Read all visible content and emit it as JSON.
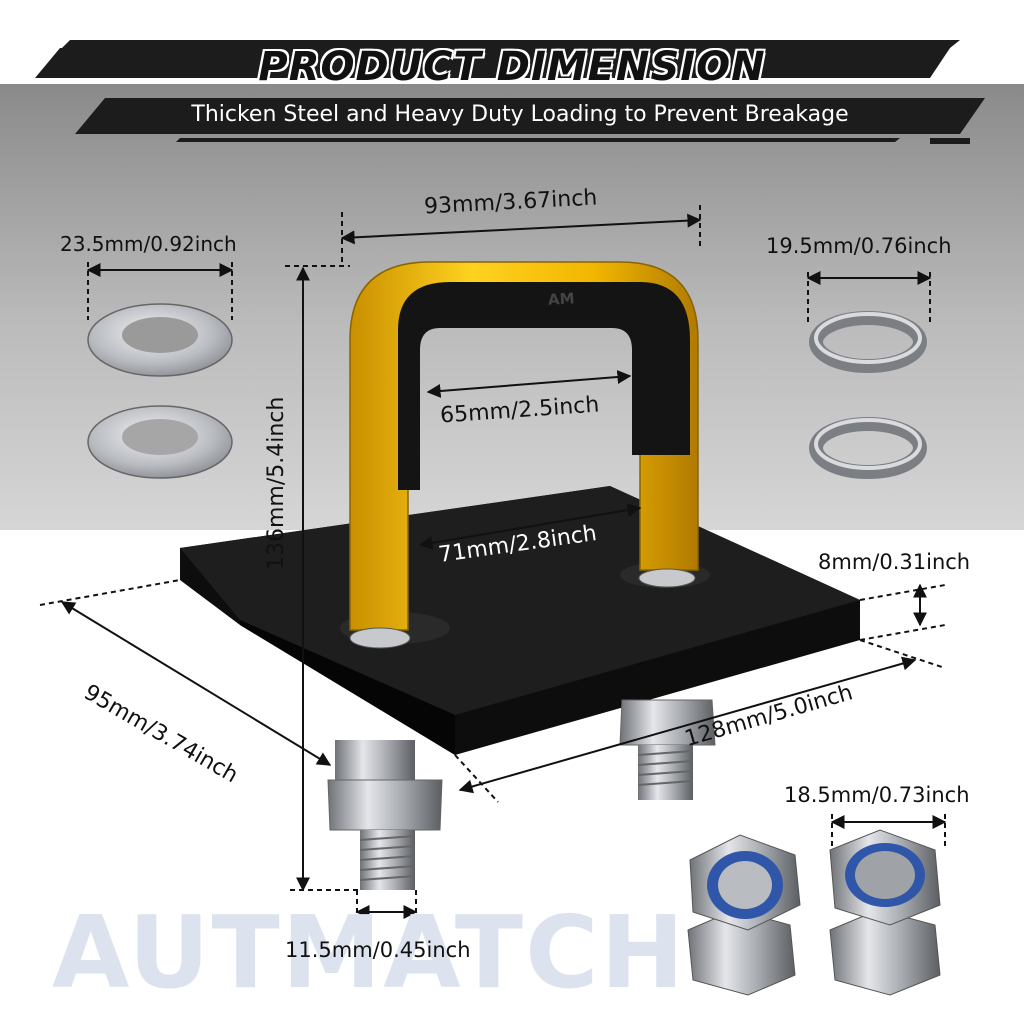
{
  "header": {
    "title": "PRODUCT DIMENSION",
    "subtitle": "Thicken Steel and Heavy Duty Loading to Prevent Breakage"
  },
  "watermark": {
    "brand": "AUTMATCH"
  },
  "product": {
    "bracket_mark": "AM"
  },
  "dimensions": {
    "flat_washer_diameter": "23.5mm/0.92inch",
    "lock_washer_diameter": "19.5mm/0.76inch",
    "bracket_outer_width": "93mm/3.67inch",
    "bracket_inner_width": "65mm/2.5inch",
    "bolt_spacing": "71mm/2.8inch",
    "total_height": "136mm/5.4inch",
    "plate_thickness": "8mm/0.31inch",
    "plate_width": "95mm/3.74inch",
    "plate_length": "128mm/5.0inch",
    "nut_width": "18.5mm/0.73inch",
    "bolt_diameter": "11.5mm/0.45inch"
  },
  "colors": {
    "accent_yellow": "#f2c21a",
    "band_black": "#1b1b1b",
    "background_gray": "#b3b3b3"
  }
}
